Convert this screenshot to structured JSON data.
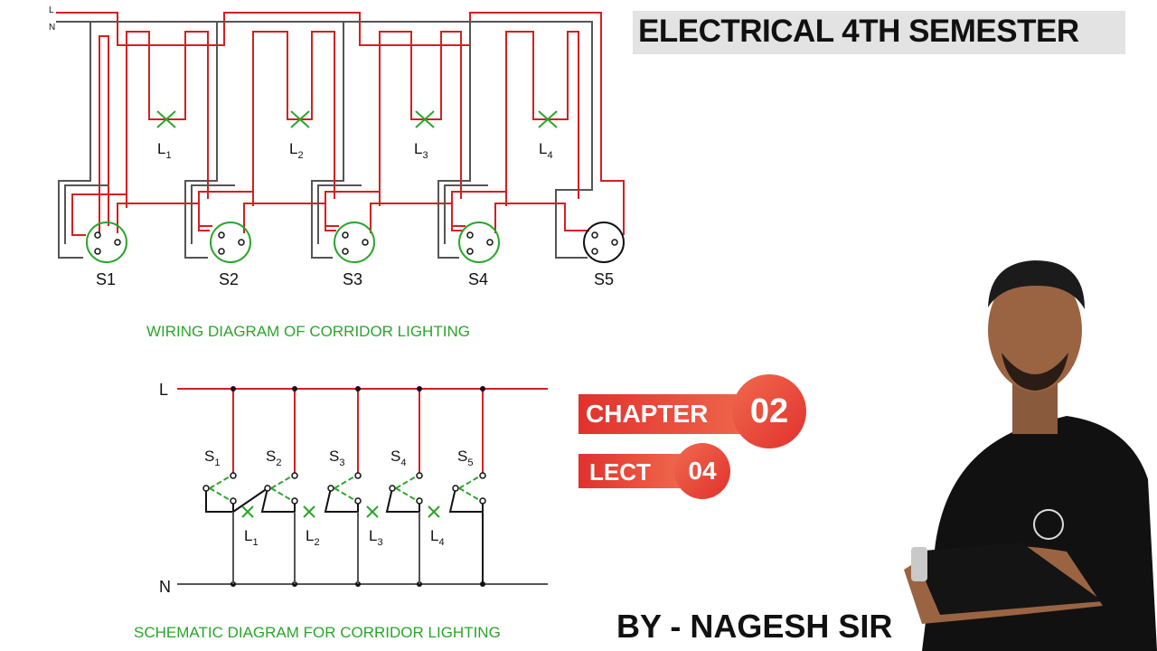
{
  "header": {
    "title": "ELECTRICAL 4TH SEMESTER"
  },
  "wiring_diagram": {
    "supply_labels": [
      "L",
      "N"
    ],
    "lamps": [
      {
        "label": "L",
        "sub": "1"
      },
      {
        "label": "L",
        "sub": "2"
      },
      {
        "label": "L",
        "sub": "3"
      },
      {
        "label": "L",
        "sub": "4"
      }
    ],
    "switches": [
      "S1",
      "S2",
      "S3",
      "S4",
      "S5"
    ],
    "caption": "WIRING DIAGRAM OF  CORRIDOR LIGHTING"
  },
  "schematic": {
    "line_label": "L",
    "neutral_label": "N",
    "switches": [
      {
        "label": "S",
        "sub": "1"
      },
      {
        "label": "S",
        "sub": "2"
      },
      {
        "label": "S",
        "sub": "3"
      },
      {
        "label": "S",
        "sub": "4"
      },
      {
        "label": "S",
        "sub": "5"
      }
    ],
    "lamps": [
      {
        "label": "L",
        "sub": "1"
      },
      {
        "label": "L",
        "sub": "2"
      },
      {
        "label": "L",
        "sub": "3"
      },
      {
        "label": "L",
        "sub": "4"
      }
    ],
    "caption": "SCHEMATIC DIAGRAM FOR CORRIDOR LIGHTING"
  },
  "badges": {
    "chapter_label": "CHAPTER",
    "chapter_number": "02",
    "lect_label": "LECT",
    "lect_number": "04"
  },
  "byline": "BY - NAGESH SIR",
  "colors": {
    "phase": "#d42020",
    "neutral": "#555555",
    "switch": "#2aa52a",
    "accent": "#e1312d"
  }
}
